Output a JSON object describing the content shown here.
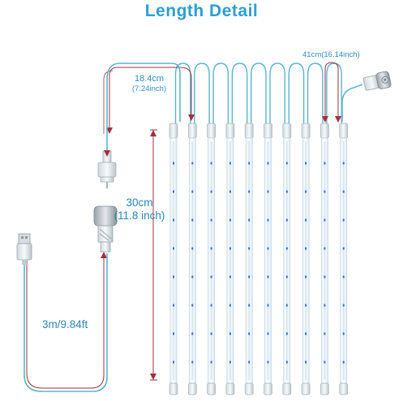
{
  "title": "Length Detail",
  "colors": {
    "title": "#2b9fd3",
    "label": "#2b8fc4",
    "cable_blue": "#58b6cf",
    "measure_red": "#a3303c",
    "tube_edge": "#b9d3e3",
    "led": "#2f6fd0"
  },
  "dimensions": {
    "segment_spacing": {
      "metric": "18.4cm",
      "imperial": "(7.24inch)"
    },
    "lead_length": {
      "combined": "41cm(16.14inch)"
    },
    "tube_length": {
      "metric": "30cm",
      "imperial": "(11.8 inch)"
    },
    "cable_length": {
      "combined": "3m/9.84ft"
    }
  },
  "product": {
    "tube_count": 10,
    "leds_per_tube": 8,
    "icons": [
      "usb-plug-icon",
      "male-connector-icon",
      "female-connector-icon",
      "end-connector-icon"
    ]
  }
}
